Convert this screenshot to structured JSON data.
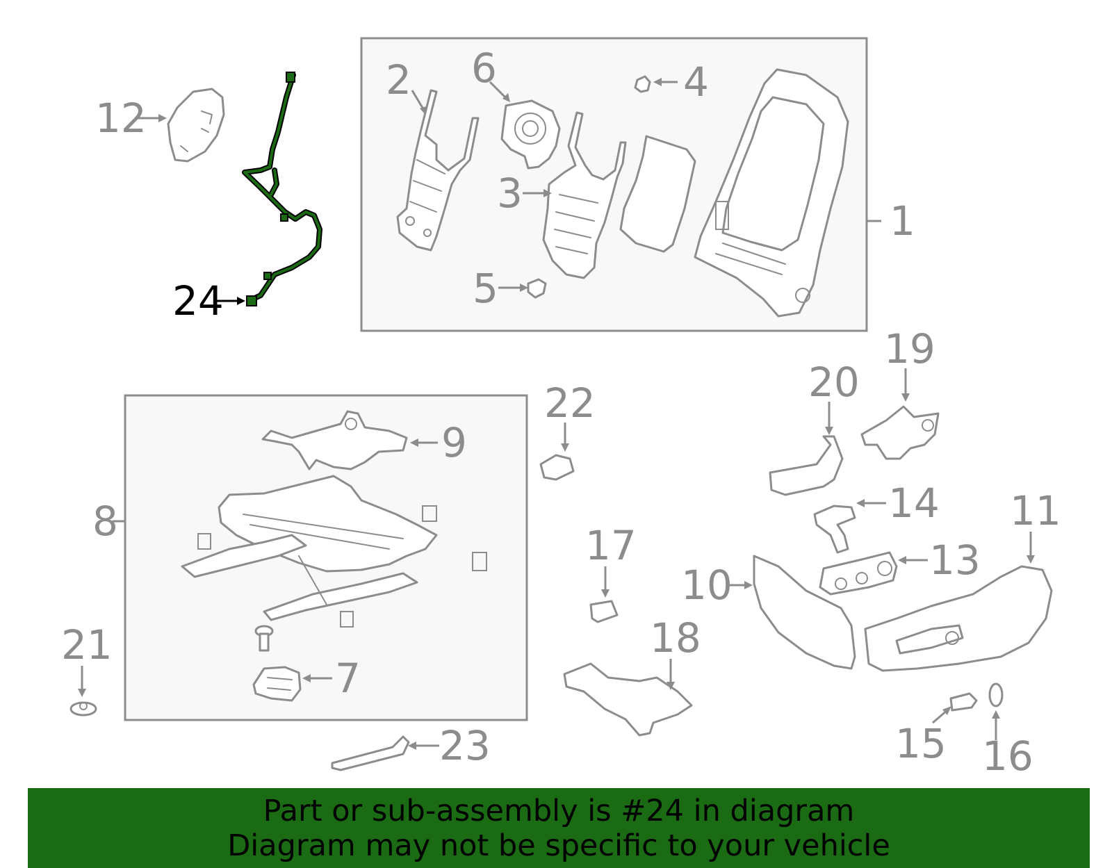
{
  "labels": {
    "p1": "1",
    "p2": "2",
    "p3": "3",
    "p4": "4",
    "p5": "5",
    "p6": "6",
    "p7": "7",
    "p8": "8",
    "p9": "9",
    "p10": "10",
    "p11": "11",
    "p12": "12",
    "p13": "13",
    "p14": "14",
    "p15": "15",
    "p16": "16",
    "p17": "17",
    "p18": "18",
    "p19": "19",
    "p20": "20",
    "p21": "21",
    "p22": "22",
    "p23": "23",
    "p24": "24"
  },
  "highlight_color": "#1a6b14",
  "banner": {
    "line1": "Part or sub-assembly is #24 in diagram",
    "line2": "Diagram may not be specific to your vehicle"
  }
}
